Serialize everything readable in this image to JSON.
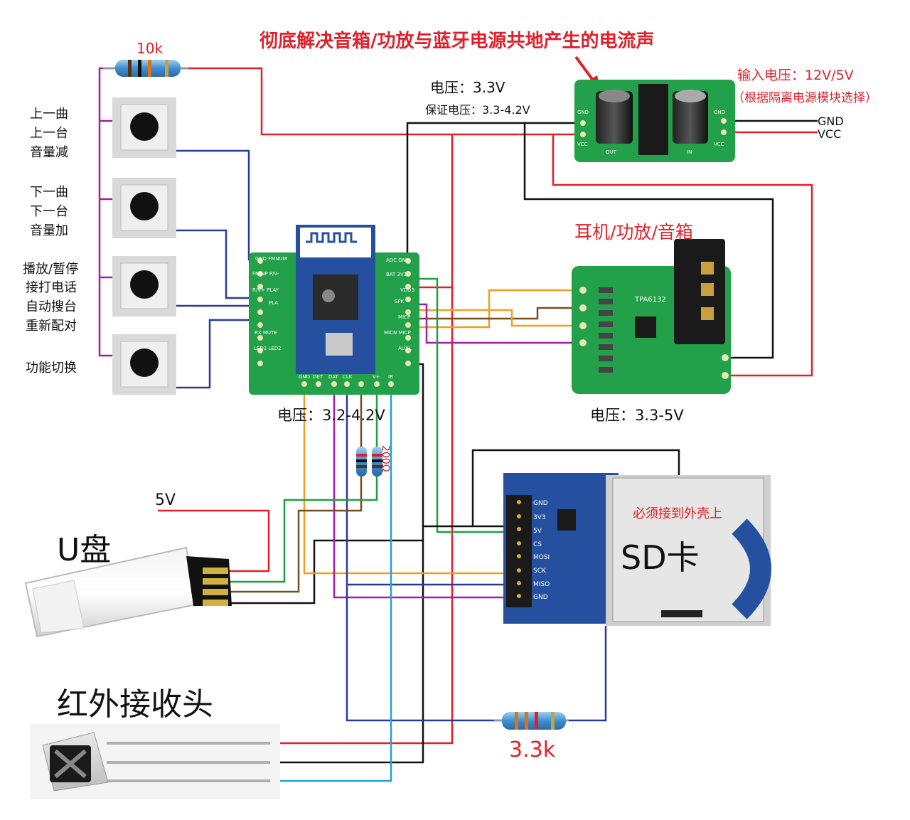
{
  "headline": "彻底解决音箱/功放与蓝牙电源共地产生的电流声",
  "resistor_top": "10k",
  "resistor_200": "200Ω",
  "resistor_33k": "3.3k",
  "voltage_33": "电压：3.3V",
  "guarantee_voltage": "保证电压：3.3-4.2V",
  "input_voltage": "输入电压：12V/5V",
  "input_note": "（根据隔离电源模块选择）",
  "gnd_label": "GND",
  "vcc_label": "VCC",
  "amp_title": "耳机/功放/音箱",
  "amp_voltage": "电压：3.3-5V",
  "bt_voltage": "电压：3.2-4.2V",
  "usb_5v": "5V",
  "usb_label": "U盘",
  "sd_label": "SD卡",
  "sd_note": "必须接到外壳上",
  "ir_label": "红外接收头",
  "buttons": [
    {
      "lines": [
        "上一曲",
        "上一台",
        "音量减"
      ]
    },
    {
      "lines": [
        "下一曲",
        "下一台",
        "音量加"
      ]
    },
    {
      "lines": [
        "播放/暂停",
        "接打电话",
        "自动搜台",
        "重新配对"
      ]
    },
    {
      "lines": [
        "功能切换"
      ]
    }
  ],
  "sd_pins": [
    "GND",
    "3V3",
    "5V",
    "CS",
    "MOSI",
    "SCK",
    "MISO",
    "GND"
  ],
  "bt_pins_left": [
    "GND FMNUM",
    "FMINP P/V-",
    "R/V+ PLAY",
    "PLA",
    "RX MUTE",
    "LED1 LED2"
  ],
  "bt_pins_right": [
    "ADC GND",
    "BAT 3V3",
    "VDD3",
    "SPK",
    "MICP",
    "MICN MICP",
    "AUXL"
  ],
  "bt_pins_bottom": [
    "GND",
    "DET",
    "DAT",
    "CLK",
    "V+",
    "IR"
  ],
  "amp_chip": "TPA6132",
  "dc_pins": [
    "GND",
    "VCC",
    "OUT",
    "IN",
    "GND",
    "VCC"
  ],
  "colors": {
    "red": "#e0202a",
    "blue": "#2a3a9a",
    "black": "#111111",
    "orange": "#f0a020",
    "green": "#1fa040",
    "brown": "#7a4a20",
    "purple": "#a020a0",
    "cyan": "#20a0e0",
    "pcb": "#22a04a"
  }
}
